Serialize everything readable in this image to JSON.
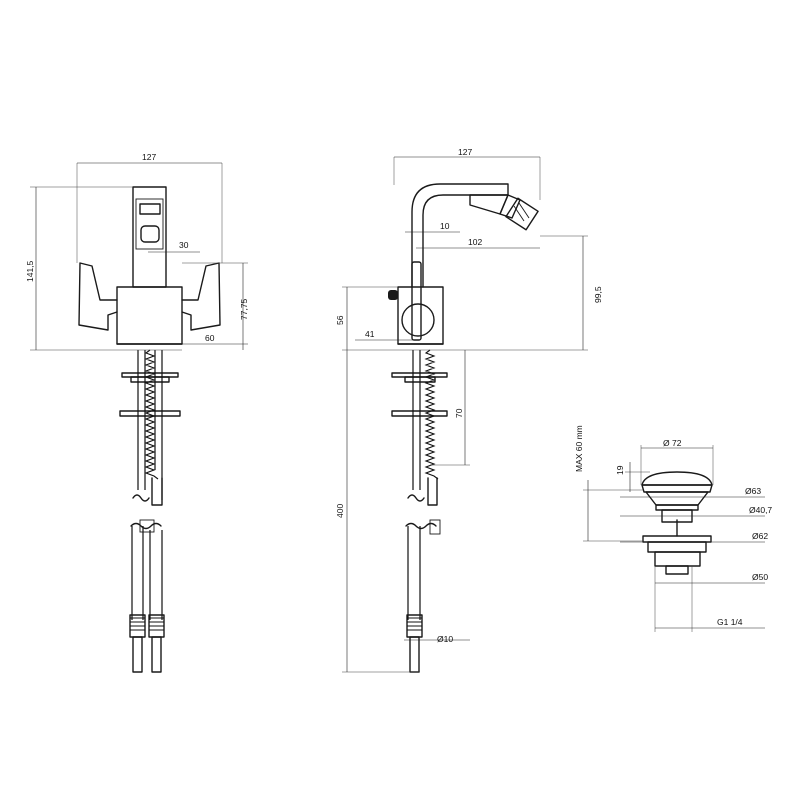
{
  "views": {
    "front": {
      "width_top": "127",
      "height_total": "141,5",
      "spout_offset": "30",
      "body_height": "77,75",
      "body_width": "60"
    },
    "side": {
      "width_top": "127",
      "spout_inner": "10",
      "spout_reach": "102",
      "spout_height": "99,5",
      "lever_height": "56",
      "body_depth": "41",
      "shank_length": "70",
      "hose_length": "400",
      "hose_diameter": "Ø10"
    },
    "waste": {
      "max_label": "MAX 60 mm",
      "cap_diameter": "Ø 72",
      "cap_height": "19",
      "d63": "Ø63",
      "d40": "Ø40,7",
      "d62": "Ø62",
      "d50": "Ø50",
      "thread": "G1 1/4"
    }
  }
}
